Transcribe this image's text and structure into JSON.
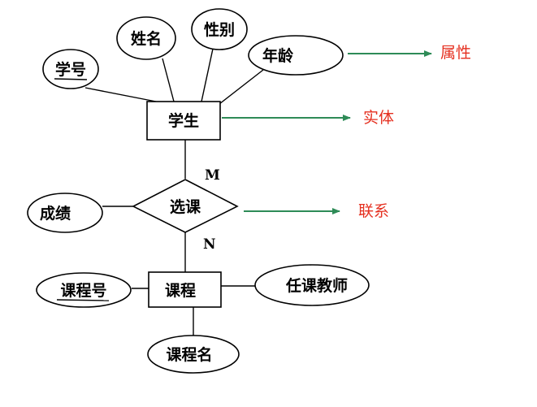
{
  "diagram": {
    "entities": {
      "student": "学生",
      "course": "课程"
    },
    "relationship": {
      "label": "选课",
      "card_top": "M",
      "card_bottom": "N"
    },
    "attributes": {
      "student_id": "学号",
      "student_name": "姓名",
      "student_gender": "性别",
      "student_age": "年龄",
      "grade": "成绩",
      "course_id": "课程号",
      "course_teacher": "任课教师",
      "course_name": "课程名"
    },
    "legend": {
      "attribute": "属性",
      "entity": "实体",
      "relationship": "联系"
    },
    "colors": {
      "arrow": "#2e8b57",
      "legend_text": "#e53020"
    }
  }
}
